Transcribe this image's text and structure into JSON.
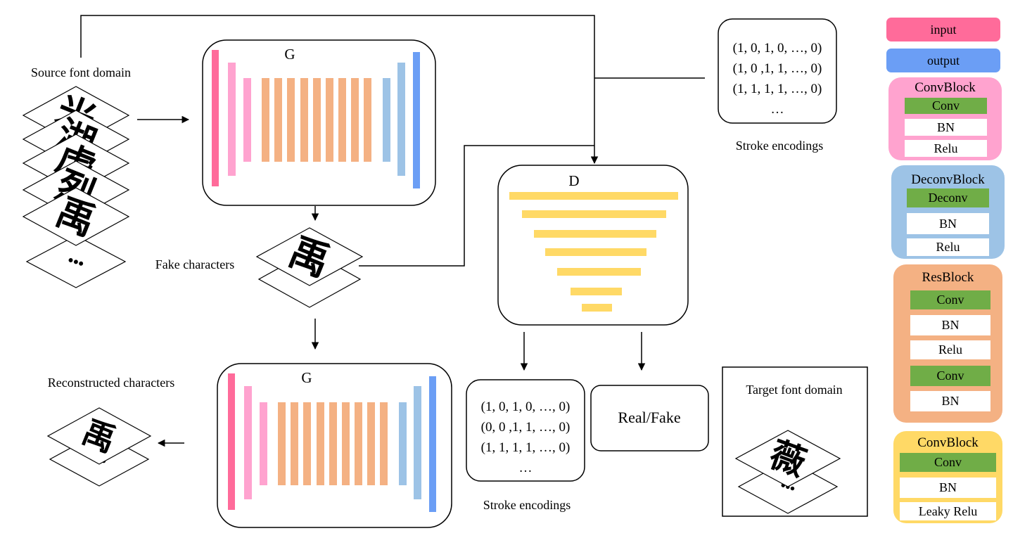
{
  "generator_top": {
    "label": "G"
  },
  "generator_bottom": {
    "label": "G"
  },
  "discriminator": {
    "label": "D"
  },
  "source_domain": {
    "label": "Source font domain",
    "glyphs": [
      "禹",
      "烈",
      "虎",
      "湖",
      "米"
    ],
    "ellipsis": "•••"
  },
  "fake_characters": {
    "label": "Fake characters",
    "glyph": "禹",
    "ellipsis": "•••"
  },
  "reconstructed_characters": {
    "label": "Reconstructed characters",
    "glyph": "禹",
    "ellipsis": "•••"
  },
  "target_domain": {
    "label": "Target font domain",
    "glyph": "薇",
    "ellipsis": "•••"
  },
  "stroke_top": {
    "label": "Stroke encodings",
    "lines": [
      "(1, 0, 1, 0, …, 0)",
      "(1, 0 ,1, 1, …, 0)",
      "(1, 1, 1, 1, …, 0)",
      "…"
    ]
  },
  "stroke_bottom": {
    "label": "Stroke encodings",
    "lines": [
      "(1, 0, 1, 0, …, 0)",
      "(0, 0 ,1, 1, …, 0)",
      "(1, 1, 1, 1, …, 0)",
      "…"
    ]
  },
  "real_fake": {
    "label": "Real/Fake"
  },
  "legend": {
    "input": {
      "label": "input",
      "color": "#ff6b9a"
    },
    "output": {
      "label": "output",
      "color": "#6b9ef5"
    },
    "conv_block": {
      "title": "ConvBlock",
      "color": "#ffa3cf",
      "items": [
        "Conv",
        "BN",
        "Relu"
      ]
    },
    "deconv_block": {
      "title": "DeconvBlock",
      "color": "#9dc3e6",
      "items": [
        "Deconv",
        "BN",
        "Relu"
      ]
    },
    "res_block": {
      "title": "ResBlock",
      "color": "#f4b183",
      "items": [
        "Conv",
        "BN",
        "Relu",
        "Conv",
        "BN"
      ]
    },
    "disc_conv_block": {
      "title": "ConvBlock",
      "color": "#ffd966",
      "items": [
        "Conv",
        "BN",
        "Leaky Relu"
      ]
    }
  }
}
